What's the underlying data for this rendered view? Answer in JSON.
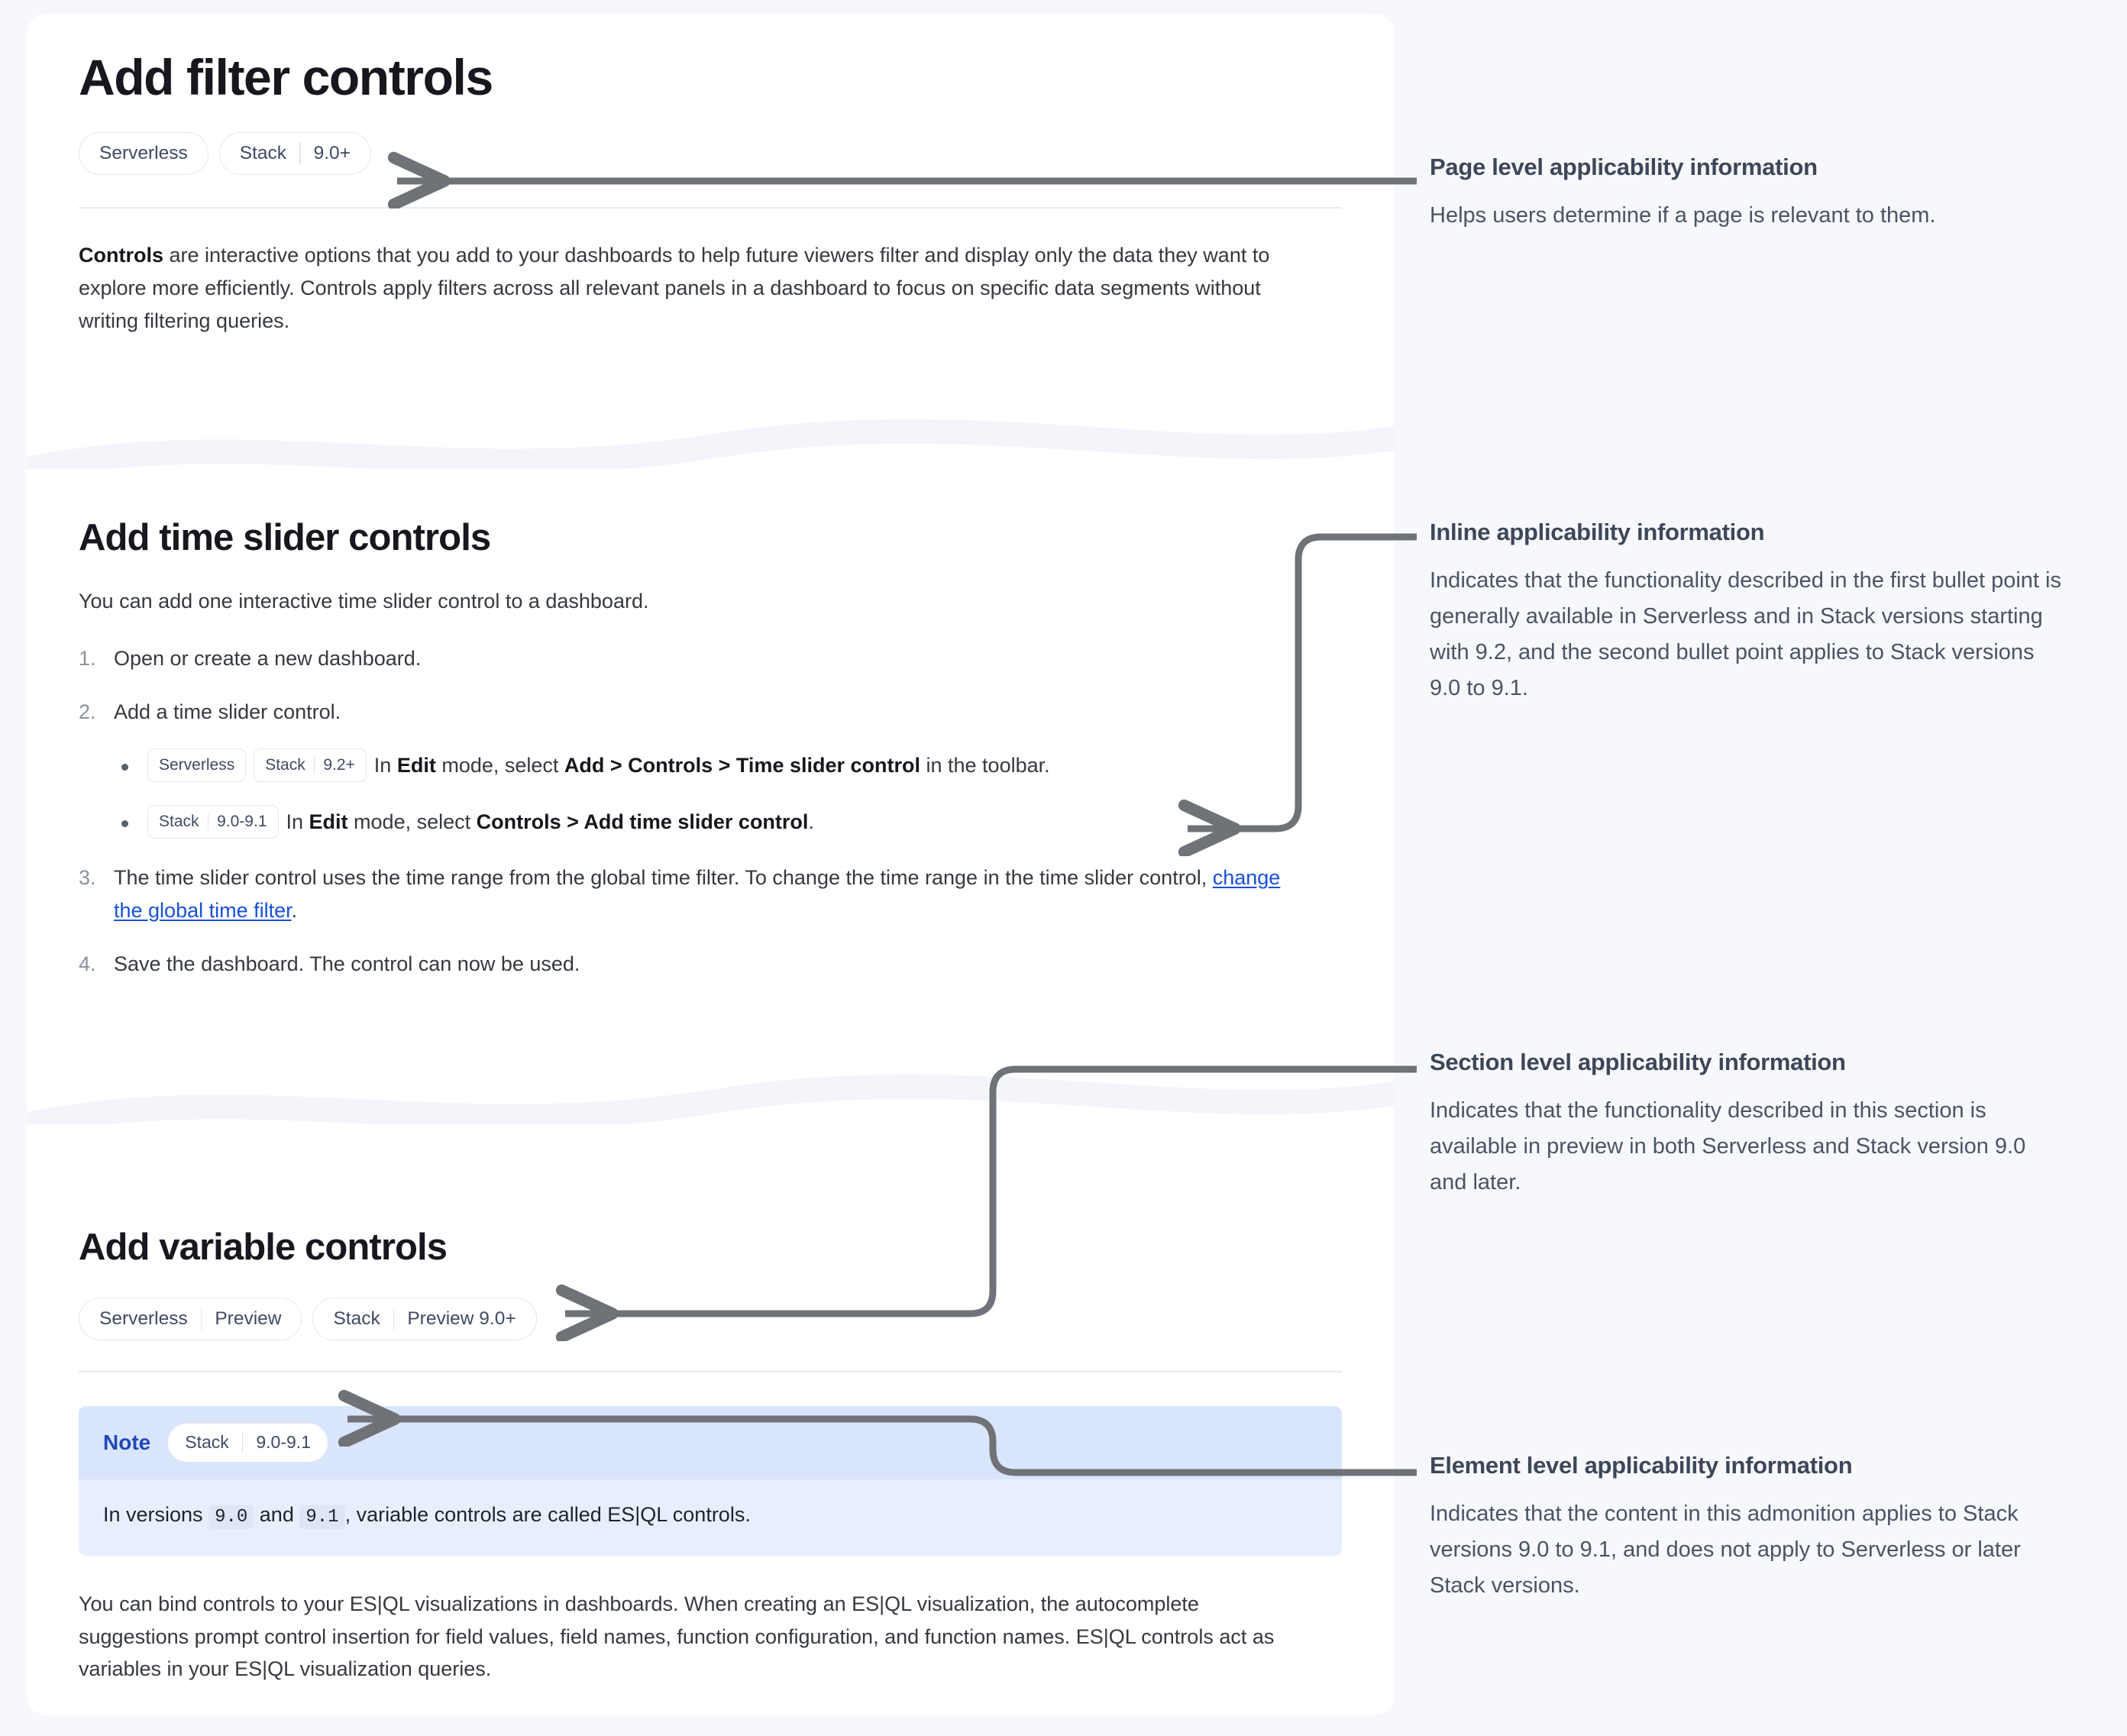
{
  "page": {
    "title": "Add filter controls",
    "applicability": [
      {
        "type": "pill",
        "segments": [
          "Serverless"
        ]
      },
      {
        "type": "pill",
        "segments": [
          "Stack",
          "9.0+"
        ]
      }
    ],
    "intro_lead": "Controls",
    "intro_rest": " are interactive options that you add to your dashboards to help future viewers filter and display only the data they want to explore more efficiently. Controls apply filters across all relevant panels in a dashboard to focus on specific data segments without writing filtering queries."
  },
  "time_slider_section": {
    "heading": "Add time slider controls",
    "intro": "You can add one interactive time slider control to a dashboard.",
    "steps": [
      {
        "text": "Open or create a new dashboard."
      },
      {
        "text": "Add a time slider control.",
        "bullets": [
          {
            "badges": [
              {
                "type": "square",
                "segments": [
                  "Serverless"
                ]
              },
              {
                "type": "square",
                "segments": [
                  "Stack",
                  "9.2+"
                ]
              }
            ],
            "parts": [
              {
                "t": "In ",
                "b": false
              },
              {
                "t": "Edit",
                "b": true
              },
              {
                "t": " mode, select ",
                "b": false
              },
              {
                "t": "Add > Controls > Time slider control",
                "b": true
              },
              {
                "t": " in the toolbar.",
                "b": false
              }
            ]
          },
          {
            "badges": [
              {
                "type": "square",
                "segments": [
                  "Stack",
                  "9.0-9.1"
                ]
              }
            ],
            "parts": [
              {
                "t": "In ",
                "b": false
              },
              {
                "t": "Edit",
                "b": true
              },
              {
                "t": " mode, select ",
                "b": false
              },
              {
                "t": "Controls > Add time slider control",
                "b": true
              },
              {
                "t": ".",
                "b": false
              }
            ]
          }
        ]
      },
      {
        "text_before_link": "The time slider control uses the time range from the global time filter. To change the time range in the time slider control, ",
        "link_text": "change the global time filter",
        "text_after_link": "."
      },
      {
        "text": "Save the dashboard. The control can now be used."
      }
    ]
  },
  "variable_section": {
    "heading": "Add variable controls",
    "applicability": [
      {
        "type": "pill",
        "segments": [
          "Serverless",
          "Preview"
        ]
      },
      {
        "type": "pill",
        "segments": [
          "Stack",
          "Preview 9.0+"
        ]
      }
    ],
    "note": {
      "label": "Note",
      "badge": {
        "type": "pill",
        "segments": [
          "Stack",
          "9.0-9.1"
        ]
      },
      "body_parts": [
        {
          "t": "In versions ",
          "code": false
        },
        {
          "t": "9.0",
          "code": true
        },
        {
          "t": " and ",
          "code": false
        },
        {
          "t": "9.1",
          "code": true
        },
        {
          "t": ", variable controls are called ES|QL controls.",
          "code": false
        }
      ]
    },
    "paragraph": "You can bind controls to your ES|QL visualizations in dashboards. When creating an ES|QL visualization, the autocomplete suggestions prompt control insertion for field values, field names, function configuration, and function names. ES|QL controls act as variables in your ES|QL visualization queries."
  },
  "annotations": [
    {
      "id": "page-level",
      "title": "Page level applicability information",
      "body": "Helps users determine if a page is relevant to them."
    },
    {
      "id": "inline",
      "title": "Inline applicability information",
      "body": "Indicates that the functionality described in the first bullet point is generally available in Serverless and in Stack versions starting with 9.2, and the second bullet point applies to Stack versions 9.0 to 9.1."
    },
    {
      "id": "section-level",
      "title": "Section level applicability information",
      "body": "Indicates that the functionality described in this section is available in preview in both Serverless and Stack version 9.0 and later."
    },
    {
      "id": "element-level",
      "title": "Element level applicability information",
      "body": "Indicates that the content in this admonition applies to Stack versions 9.0 to 9.1, and does not apply to Serverless or later Stack versions."
    }
  ],
  "colors": {
    "page_bg": "#f7f8fc",
    "panel_bg": "#ffffff",
    "connector": "#6f7377",
    "link": "#1750d8",
    "badge_text": "#3f4a63",
    "note_head_bg": "#d9e5fb",
    "note_body_bg": "#e8effc",
    "note_label": "#1f47b8"
  }
}
